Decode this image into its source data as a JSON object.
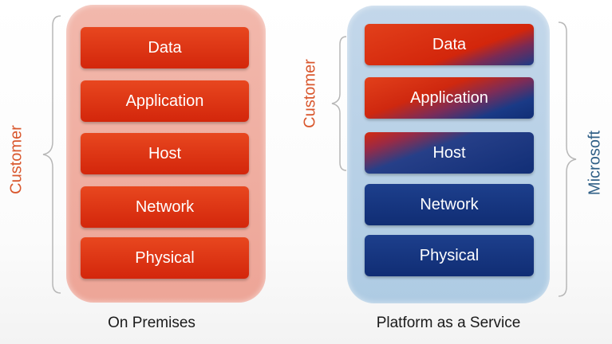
{
  "on_premises": {
    "caption": "On Premises",
    "bracket_label": "Customer",
    "layers": [
      "Data",
      "Application",
      "Host",
      "Network",
      "Physical"
    ]
  },
  "paas": {
    "caption": "Platform as a Service",
    "customer_label": "Customer",
    "provider_label": "Microsoft",
    "layers": [
      "Data",
      "Application",
      "Host",
      "Network",
      "Physical"
    ]
  },
  "colors": {
    "customer": "#d52b0f",
    "provider": "#122f78",
    "customer_text": "#d9572d",
    "provider_text": "#2f5f86"
  }
}
